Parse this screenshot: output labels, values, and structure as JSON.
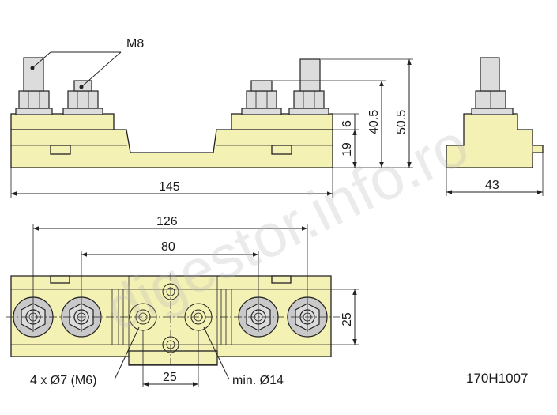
{
  "labels": {
    "thread": "M8",
    "code": "170H1007",
    "holes": "4 x Ø7 (M6)",
    "min_diameter": "min. Ø14",
    "watermark": "digestor.info.ro"
  },
  "dimensions": {
    "total_length": "145",
    "base_height": "19",
    "body_height": "40.5",
    "total_height": "50.5",
    "plate_thickness": "6",
    "depth": "43",
    "terminal_spacing": "126",
    "inner_spacing": "80",
    "hole_spacing": "25",
    "width": "25"
  }
}
